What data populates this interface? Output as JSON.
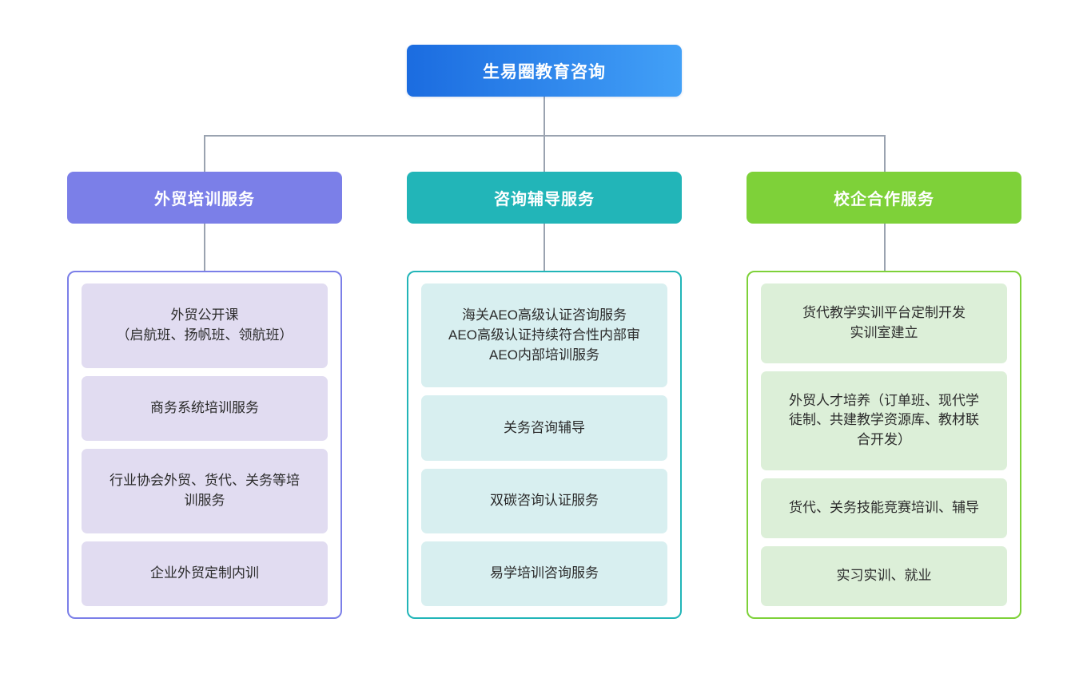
{
  "diagram": {
    "type": "organization-tree",
    "root": {
      "label": "生易圈教育咨询",
      "gradient_from": "#1b6ce0",
      "gradient_to": "#42a0f7",
      "text_color": "#ffffff"
    },
    "connector_color": "#9aa3b0",
    "branches": [
      {
        "id": "branch-training",
        "header": "外贸培训服务",
        "accent": "#7b7fe8",
        "card_bg": "#e1dcf1",
        "items": [
          {
            "lines": [
              "外贸公开课",
              "（启航班、扬帆班、领航班）"
            ]
          },
          {
            "lines": [
              "商务系统培训服务"
            ]
          },
          {
            "lines": [
              "行业协会外贸、货代、关务等培",
              "训服务"
            ]
          },
          {
            "lines": [
              "企业外贸定制内训"
            ]
          }
        ]
      },
      {
        "id": "branch-consulting",
        "header": "咨询辅导服务",
        "accent": "#22b5b8",
        "card_bg": "#d8eff0",
        "items": [
          {
            "lines": [
              "海关AEO高级认证咨询服务",
              "AEO高级认证持续符合性内部审",
              "AEO内部培训服务"
            ]
          },
          {
            "lines": [
              "关务咨询辅导"
            ]
          },
          {
            "lines": [
              "双碳咨询认证服务"
            ]
          },
          {
            "lines": [
              "易学培训咨询服务"
            ]
          }
        ]
      },
      {
        "id": "branch-school-enterprise",
        "header": "校企合作服务",
        "accent": "#7ed139",
        "card_bg": "#dcefd8",
        "items": [
          {
            "lines": [
              "货代教学实训平台定制开发",
              "实训室建立"
            ]
          },
          {
            "lines": [
              "外贸人才培养（订单班、现代学",
              "徒制、共建教学资源库、教材联",
              "合开发）"
            ]
          },
          {
            "lines": [
              "货代、关务技能竞赛培训、辅导"
            ]
          },
          {
            "lines": [
              "实习实训、就业"
            ]
          }
        ]
      }
    ]
  }
}
